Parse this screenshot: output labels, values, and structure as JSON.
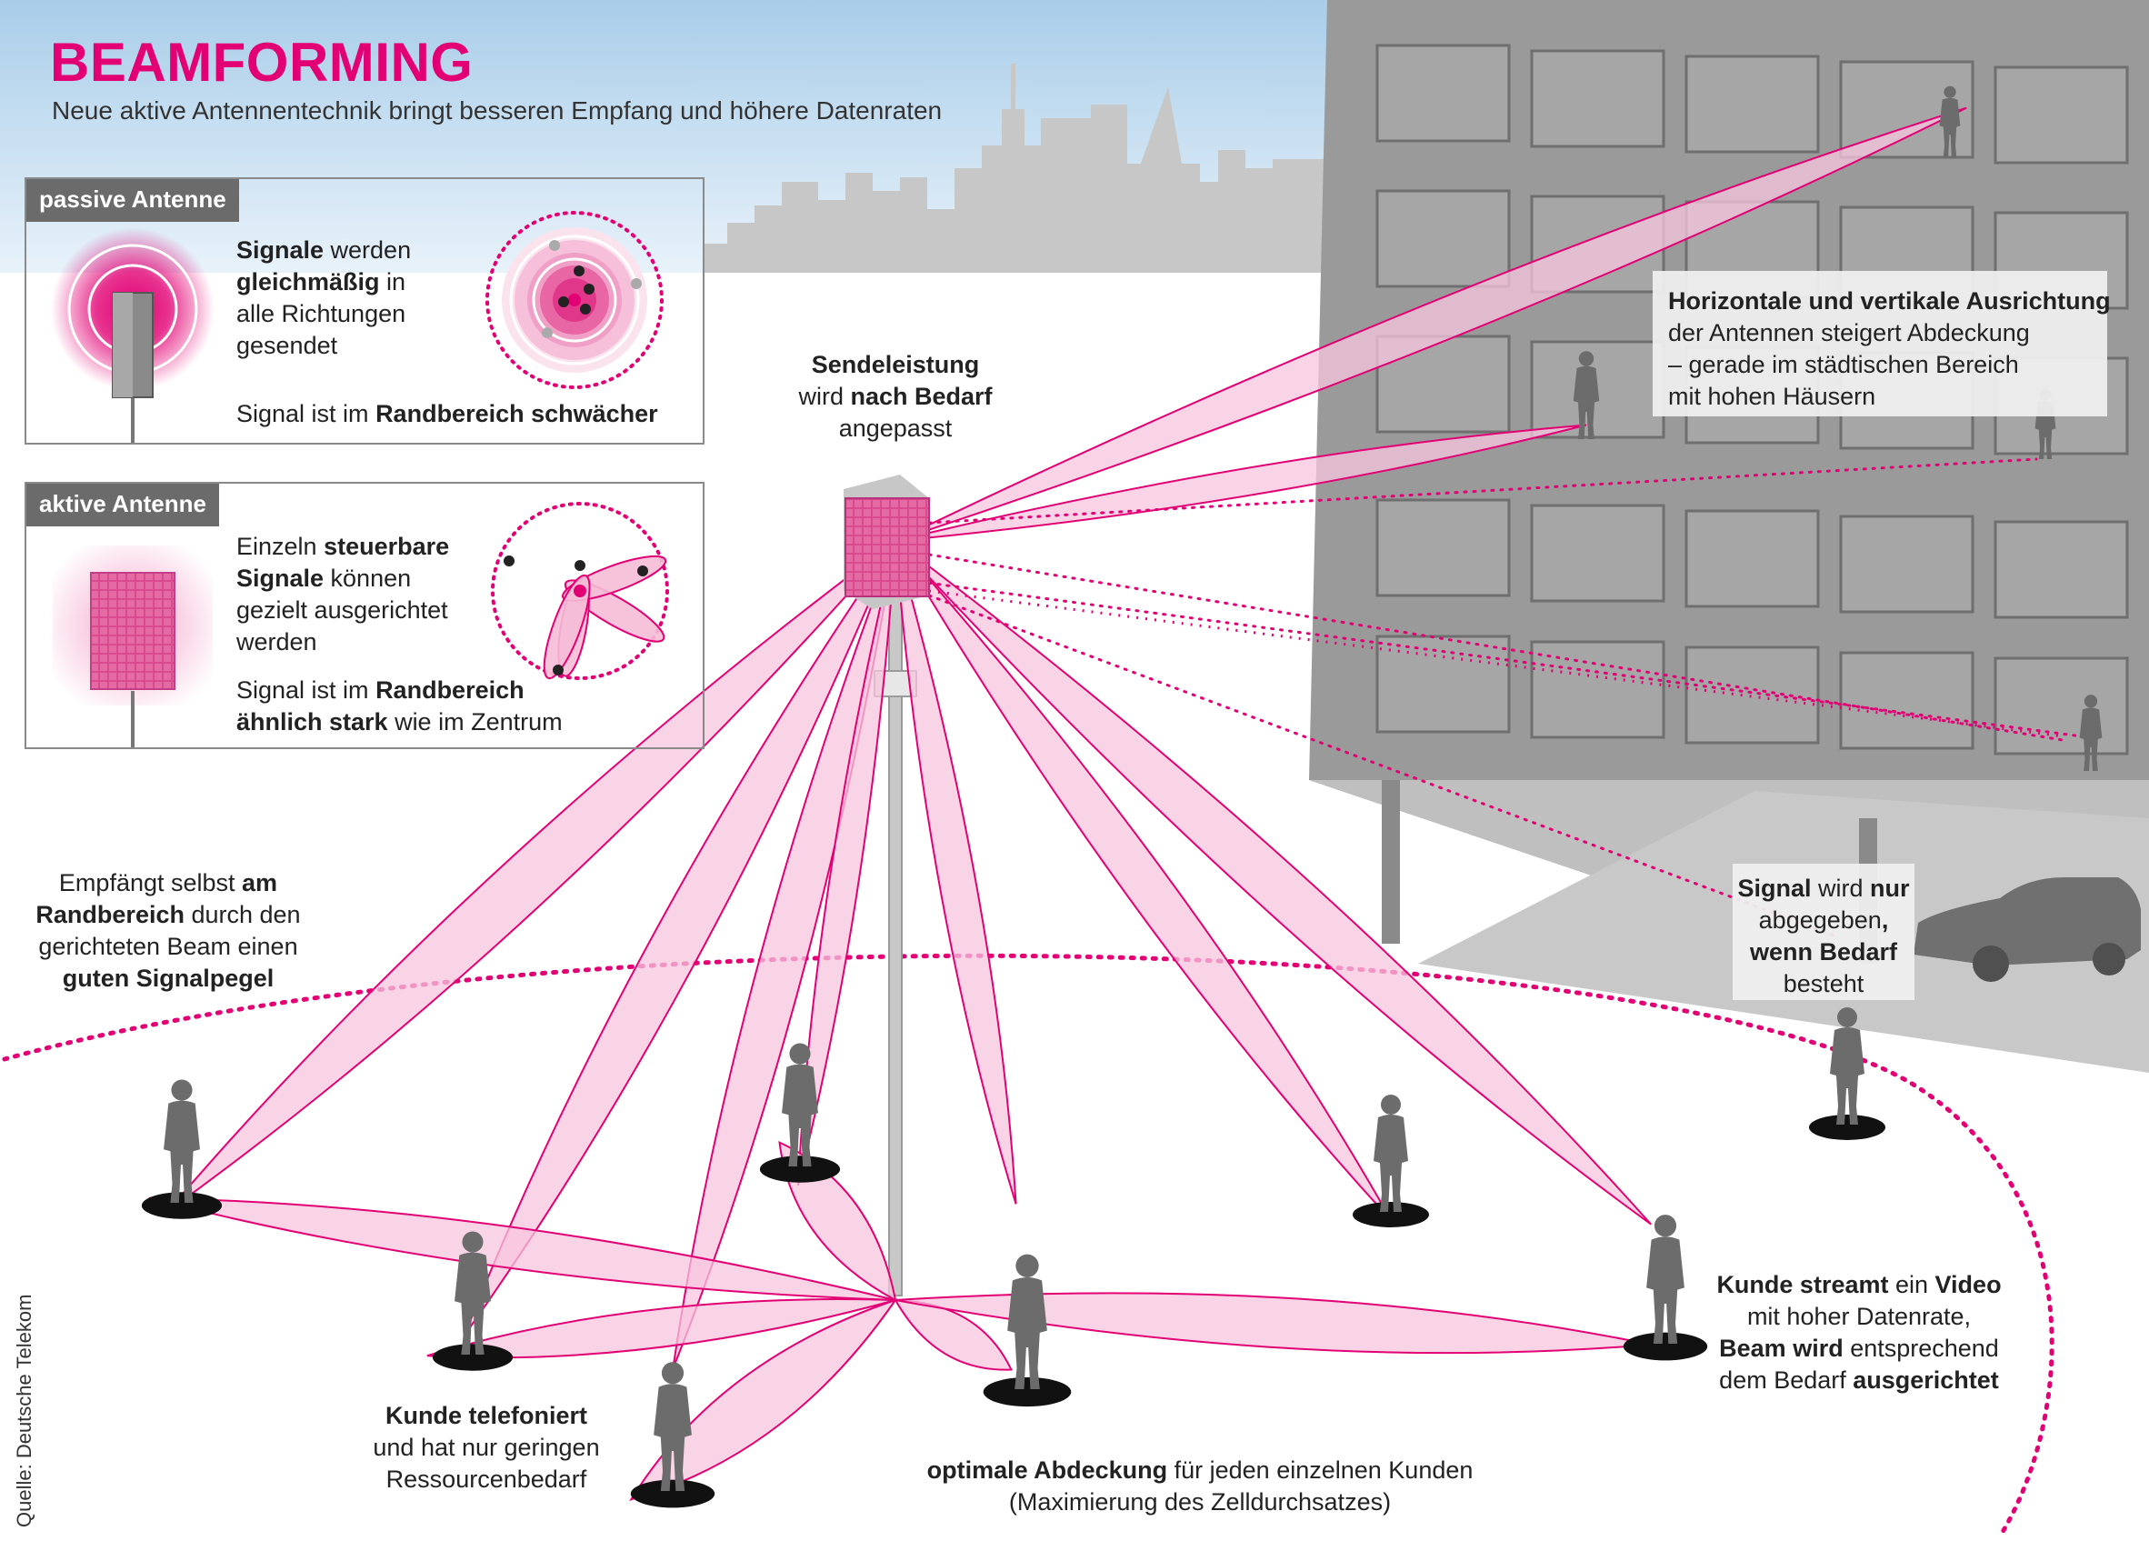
{
  "title": "BEAMFORMING",
  "subtitle": "Neue aktive Antennentechnik bringt besseren Empfang und höhere Datenraten",
  "passive": {
    "label": "passive Antenne",
    "t1a": "Signale",
    "t1b": " werden",
    "t1c": "gleichmäßig",
    "t1d": " in",
    "t1e": "alle Richtungen",
    "t1f": "gesendet",
    "t2a": "Signal ist im ",
    "t2b": "Randbereich schwächer"
  },
  "active": {
    "label": "aktive Antenne",
    "t1a": "Einzeln ",
    "t1b": "steuerbare",
    "t1c": "Signale",
    "t1d": " können",
    "t1e": "gezielt ausgerichtet",
    "t1f": "werden",
    "t2a": "Signal ist im ",
    "t2b": "Randbereich",
    "t2c": "ähnlich stark",
    "t2d": " wie im Zentrum"
  },
  "sendeleistung": {
    "a": "Sendeleistung",
    "b": "wird ",
    "c": "nach Bedarf",
    "d": "angepasst"
  },
  "ausrichtung": {
    "a": "Horizontale und vertikale Ausrichtung",
    "b": "der Antennen steigert Abdeckung",
    "c": "– gerade im städtischen Bereich",
    "d": "mit hohen Häusern"
  },
  "randbereich": {
    "a": "Empfängt selbst ",
    "b": "am",
    "c": "Randbereich",
    "d": " durch den",
    "e": "gerichteten Beam einen",
    "f": "guten Signalpegel"
  },
  "bedarf": {
    "a": "Signal",
    "b": " wird ",
    "c": "nur",
    "d": "abgegeben",
    "e": ",",
    "f": "wenn Bedarf",
    "g": "besteht"
  },
  "video": {
    "a": "Kunde streamt",
    "b": " ein ",
    "c": "Video",
    "d": "mit hoher Datenrate,",
    "e": "Beam wird",
    "f": " entsprechend",
    "g": "dem Bedarf ",
    "h": "ausgerichtet"
  },
  "telefon": {
    "a": "Kunde telefoniert",
    "b": "und hat nur geringen",
    "c": "Ressourcenbedarf"
  },
  "abdeckung": {
    "a": "optimale Abdeckung",
    "b": " für jeden einzelnen Kunden",
    "c": "(Maximierung des Zelldurchsatzes)"
  },
  "source": "Quelle: Deutsche Telekom",
  "colors": {
    "magenta": "#e20074",
    "beam_fill": "#f7c6dd",
    "building": "#9a9a9a",
    "sky": "#b3d3ec",
    "skyline": "#c9c9c9"
  }
}
